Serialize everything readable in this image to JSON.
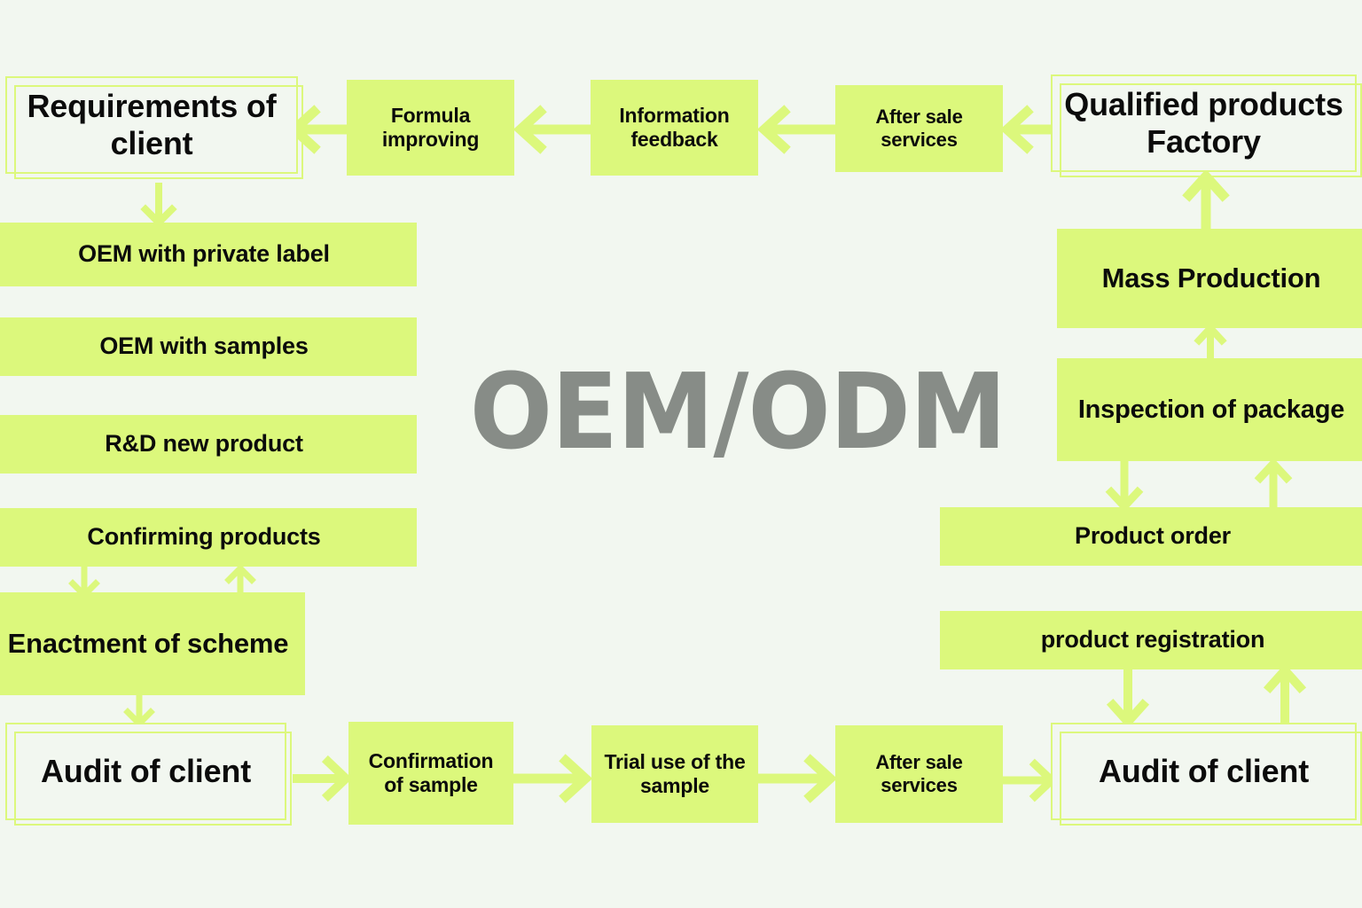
{
  "diagram": {
    "title": "OEM/ODM",
    "background_color": "#f2f7f0",
    "accent_color": "#dcf87c",
    "title_color": "#878c87",
    "text_color": "#0b0b0b"
  },
  "nodes": {
    "requirements_of_client": "Requirements of client",
    "formula_improving": "Formula improving",
    "information_feedback": "Information feedback",
    "after_sale_services_top": "After sale services",
    "qualified_products_factory": "Qualified products Factory",
    "oem_with_private_label": "OEM with private label",
    "oem_with_samples": "OEM with samples",
    "rd_new_product": "R&D new product",
    "confirming_products": "Confirming products",
    "enactment_of_scheme": "Enactment of scheme",
    "audit_of_client_left": "Audit of client",
    "confirmation_of_sample": "Confirmation of sample",
    "trial_use_of_the_sample": "Trial use of the sample",
    "after_sale_services_bottom": "After sale services",
    "audit_of_client_right": "Audit of client",
    "product_registration": "product registration",
    "product_order": "Product order",
    "inspection_of_package": "Inspection of package",
    "mass_production": "Mass Production"
  },
  "flow_edges": [
    {
      "from": "qualified_products_factory",
      "to": "after_sale_services_top",
      "direction": "left"
    },
    {
      "from": "after_sale_services_top",
      "to": "information_feedback",
      "direction": "left"
    },
    {
      "from": "information_feedback",
      "to": "formula_improving",
      "direction": "left"
    },
    {
      "from": "formula_improving",
      "to": "requirements_of_client",
      "direction": "left"
    },
    {
      "from": "requirements_of_client",
      "to": "oem_with_private_label",
      "direction": "down"
    },
    {
      "from": "confirming_products",
      "to": "enactment_of_scheme",
      "direction": "down"
    },
    {
      "from": "enactment_of_scheme",
      "to": "confirming_products",
      "direction": "up"
    },
    {
      "from": "enactment_of_scheme",
      "to": "audit_of_client_left",
      "direction": "down"
    },
    {
      "from": "audit_of_client_left",
      "to": "confirmation_of_sample",
      "direction": "right"
    },
    {
      "from": "confirmation_of_sample",
      "to": "trial_use_of_the_sample",
      "direction": "right"
    },
    {
      "from": "trial_use_of_the_sample",
      "to": "after_sale_services_bottom",
      "direction": "right"
    },
    {
      "from": "after_sale_services_bottom",
      "to": "audit_of_client_right",
      "direction": "right"
    },
    {
      "from": "audit_of_client_right",
      "to": "product_registration",
      "direction": "up"
    },
    {
      "from": "product_registration",
      "to": "audit_of_client_right",
      "direction": "down"
    },
    {
      "from": "product_order",
      "to": "inspection_of_package",
      "direction": "up"
    },
    {
      "from": "inspection_of_package",
      "to": "product_order",
      "direction": "down"
    },
    {
      "from": "inspection_of_package",
      "to": "mass_production",
      "direction": "up"
    },
    {
      "from": "mass_production",
      "to": "qualified_products_factory",
      "direction": "up"
    }
  ]
}
